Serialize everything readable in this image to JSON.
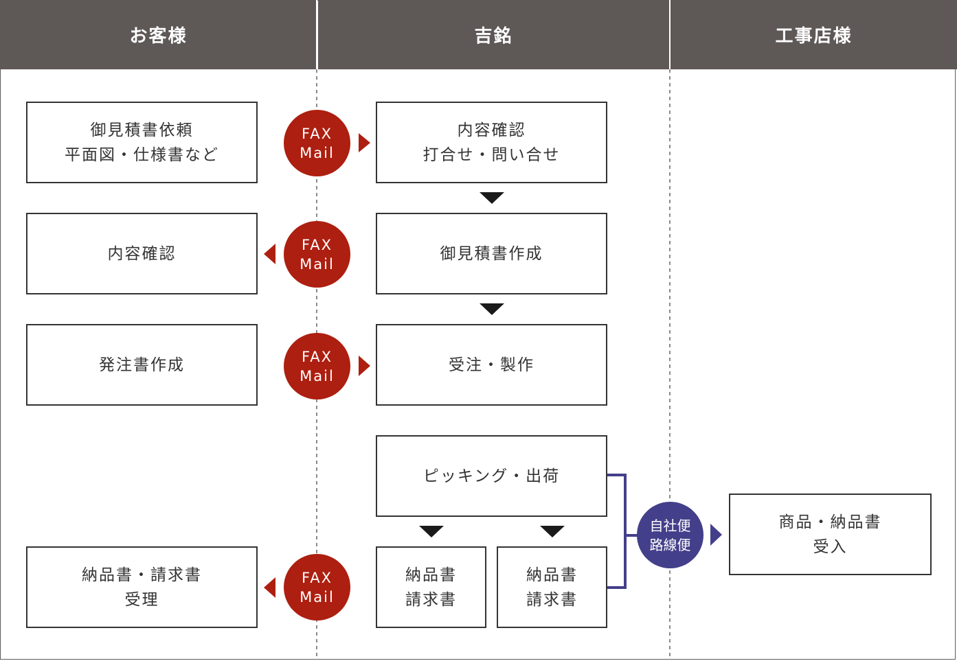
{
  "columns": {
    "customer": "お客様",
    "yoshimei": "吉銘",
    "contractor": "工事店様"
  },
  "customer_boxes": {
    "request": {
      "line1": "御見積書依頼",
      "line2": "平面図・仕様書など"
    },
    "confirm": {
      "line1": "内容確認"
    },
    "order": {
      "line1": "発注書作成"
    },
    "receipt": {
      "line1": "納品書・請求書",
      "line2": "受理"
    }
  },
  "yoshimei_boxes": {
    "confirm": {
      "line1": "内容確認",
      "line2": "打合せ・問い合せ"
    },
    "estimate": {
      "line1": "御見積書作成"
    },
    "production": {
      "line1": "受注・製作"
    },
    "picking": {
      "line1": "ピッキング・出荷"
    },
    "docs_left": {
      "line1": "納品書",
      "line2": "請求書"
    },
    "docs_right": {
      "line1": "納品書",
      "line2": "請求書"
    }
  },
  "contractor_boxes": {
    "receive": {
      "line1": "商品・納品書",
      "line2": "受入"
    }
  },
  "badges": {
    "fax_mail": {
      "line1": "FAX",
      "line2": "Mail"
    },
    "delivery": {
      "line1": "自社便",
      "line2": "路線便"
    }
  },
  "colors": {
    "header_bg": "#5e5857",
    "fax_mail_badge": "#ad1f10",
    "delivery_badge": "#443f8a",
    "arrow_dark": "#1a1a1a"
  }
}
